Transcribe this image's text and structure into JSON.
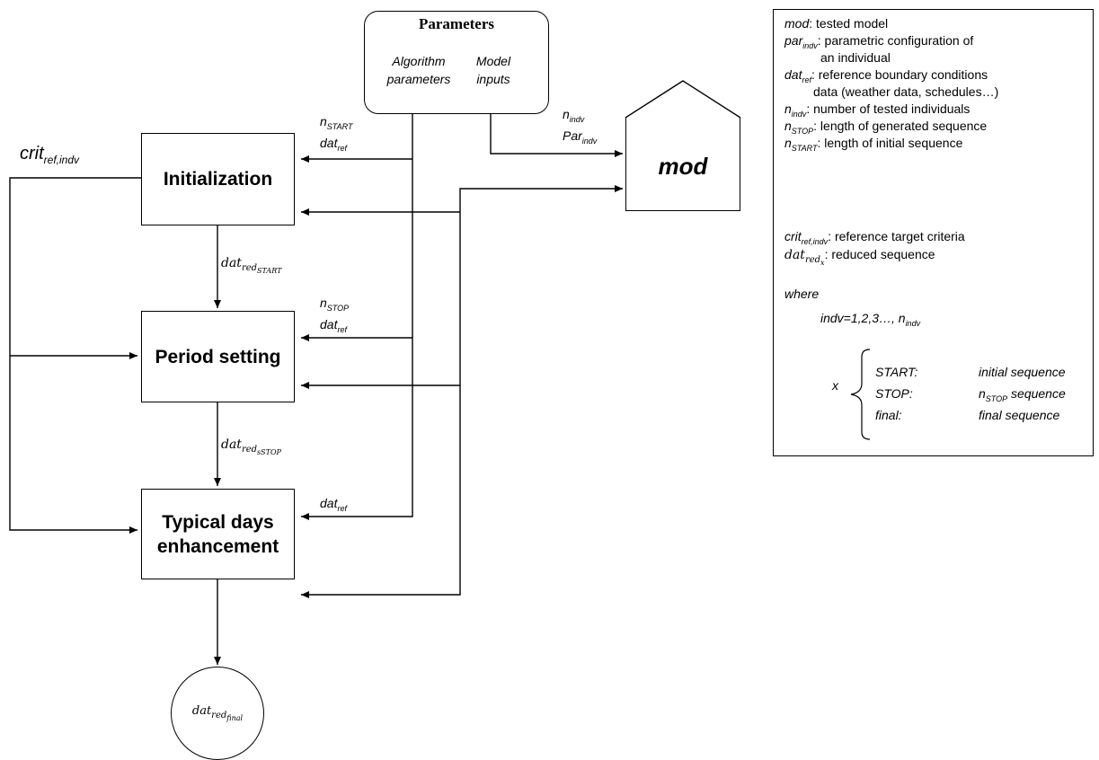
{
  "parameters": {
    "title": "Parameters",
    "algorithm": [
      "Algorithm",
      "parameters"
    ],
    "model": [
      "Model",
      "inputs"
    ]
  },
  "steps": {
    "init": "Initialization",
    "period": "Period setting",
    "typical": [
      "Typical days",
      "enhancement"
    ]
  },
  "model_box": {
    "label": "mod"
  },
  "labels": {
    "crit_main": "crit",
    "crit_sub": "ref,indv",
    "n": "n",
    "start_sub": "START",
    "stop_sub": "STOP",
    "indv_sub": "indv",
    "dat": "dat",
    "ref_sub": "ref",
    "par": "Par",
    "dat_red": "dat",
    "red_sub": "red",
    "red_start_sub": "START",
    "red_sstop_sub": "sSTOP",
    "red_final_sub": "final"
  },
  "legend": {
    "mod": {
      "sym": "mod",
      "text": ": tested model"
    },
    "par": {
      "sym": "par",
      "sub": "indv",
      "text1": ": parametric configuration of",
      "text2": "an individual"
    },
    "dat": {
      "sym": "dat",
      "sub": "ref",
      "text1": ": reference boundary conditions",
      "text2": "data (weather data, schedules…)"
    },
    "nindv": {
      "sym": "n",
      "sub": "indv",
      "text": ": number of tested individuals"
    },
    "nstop": {
      "sym": "n",
      "sub": "STOP",
      "text": ": length of generated sequence"
    },
    "nstart": {
      "sym": "n",
      "sub": "START",
      "text": ": length of initial sequence"
    },
    "crit": {
      "sym": "crit",
      "sub": "ref,indv",
      "text": ": reference target criteria"
    },
    "datred": {
      "sym": "dat",
      "sub": "red",
      "subsub": "x",
      "text": ": reduced sequence"
    },
    "where": "where",
    "indv": {
      "text": "indv=1,2,3…, n",
      "sub": "indv"
    },
    "x": "x",
    "cases": [
      {
        "key": "START:",
        "value": "initial sequence"
      },
      {
        "key": "STOP:",
        "value": "sequence",
        "value_sym": "n",
        "value_sub": "STOP"
      },
      {
        "key": "final:",
        "value": "final sequence"
      }
    ]
  }
}
